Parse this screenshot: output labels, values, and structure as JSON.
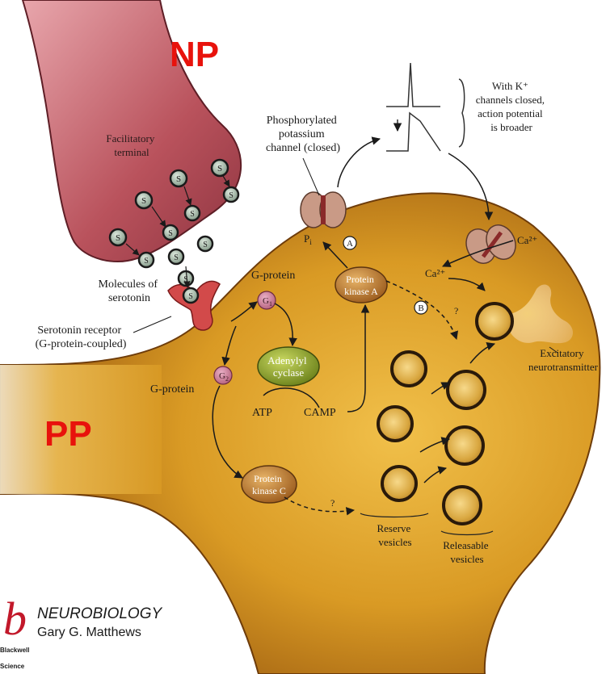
{
  "labels": {
    "np": "NP",
    "pp": "PP",
    "facilitatory_terminal": [
      "Facilitatory",
      "terminal"
    ],
    "molecules_of_serotonin": [
      "Molecules of",
      "serotonin"
    ],
    "serotonin_receptor": [
      "Serotonin receptor",
      "(G-protein-coupled)"
    ],
    "g_protein_1": "G-protein",
    "g_protein_2": "G-protein",
    "g1_symbol": "G",
    "g1_subscript": "1",
    "g2_symbol": "G",
    "g2_subscript": "2",
    "adenylyl_cyclase": [
      "Adenylyl",
      "cyclase"
    ],
    "atp": "ATP",
    "camp": "CAMP",
    "protein_kinase_a": [
      "Protein",
      "kinase A"
    ],
    "protein_kinase_c": [
      "Protein",
      "kinase C"
    ],
    "phosphorylated_channel": [
      "Phosphorylated",
      "potassium",
      "channel (closed)"
    ],
    "pi_symbol": "P",
    "pi_subscript": "i",
    "marker_a": "A",
    "marker_b": "B",
    "question_b": "?",
    "question_c": "?",
    "with_k": [
      "With K⁺",
      "channels closed,",
      "action potential",
      "is broader"
    ],
    "ca_out": "Ca²⁺",
    "ca_in": "Ca²⁺",
    "excitatory": [
      "Excitatory",
      "neurotransmitter"
    ],
    "reserve_vesicles": [
      "Reserve",
      "vesicles"
    ],
    "releasable_vesicles": [
      "Releasable",
      "vesicles"
    ],
    "serotonin_symbol": "S"
  },
  "branding": {
    "logo_letter": "b",
    "book_title": "NEUROBIOLOGY",
    "author": "Gary G. Matthews",
    "publisher": [
      "Blackwell",
      "Science"
    ]
  },
  "colors": {
    "annotation_red": "#e8120c",
    "terminal_fill": "#b9525c",
    "postsynaptic_fill": "#d99a24",
    "enzyme_fill": "#b97a2e",
    "adenylyl_fill": "#8aa224",
    "serotonin_fill": "#9cb2a2",
    "logo_red": "#c2182a"
  }
}
